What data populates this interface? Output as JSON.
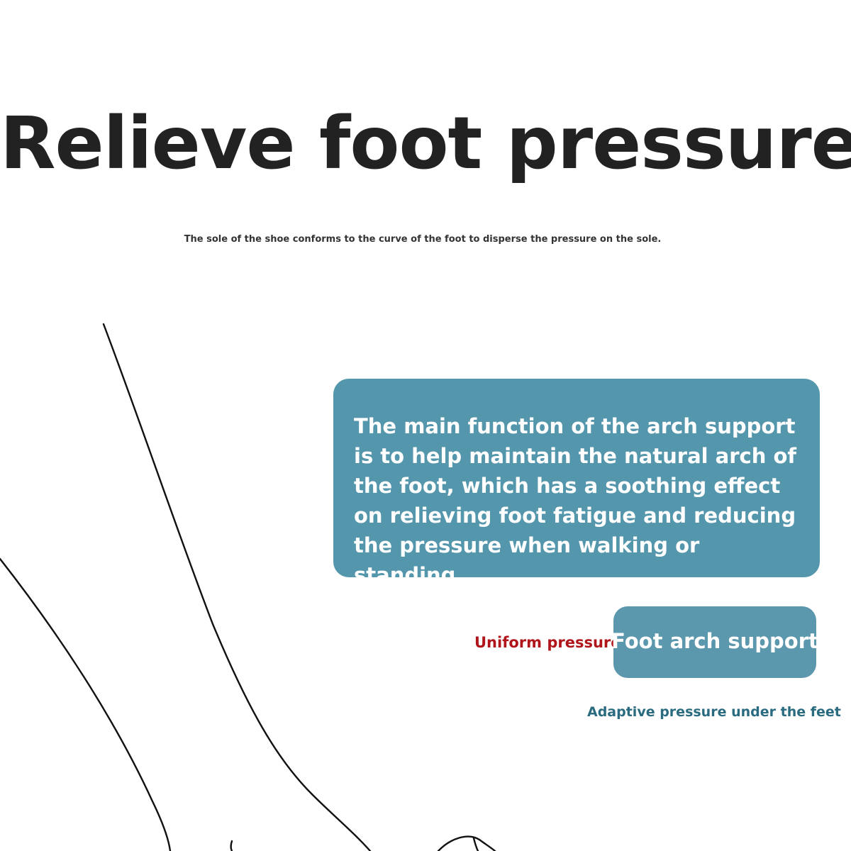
{
  "headline": "Relieve foot pressure",
  "subheadline": "The sole of the shoe conforms to the curve of the foot to disperse the pressure on the sole.",
  "info_box": {
    "text": "The main function of the arch support is to help maintain the natural arch of the foot, which has a soothing effect on relieving foot fatigue and reducing the pressure when walking or standing."
  },
  "labels": {
    "uniform_pressure": "Uniform pressure",
    "foot_arch_support": "Foot arch support",
    "adaptive_pressure": "Adaptive pressure under the feet"
  },
  "colors": {
    "info_box_bg": "#5496ac",
    "button_bg": "#5b98ad",
    "accent_red": "#b0151b",
    "accent_teal": "#2a6b80",
    "headline": "#222222"
  },
  "icons": {
    "illustration": "foot-line-drawing-icon"
  }
}
